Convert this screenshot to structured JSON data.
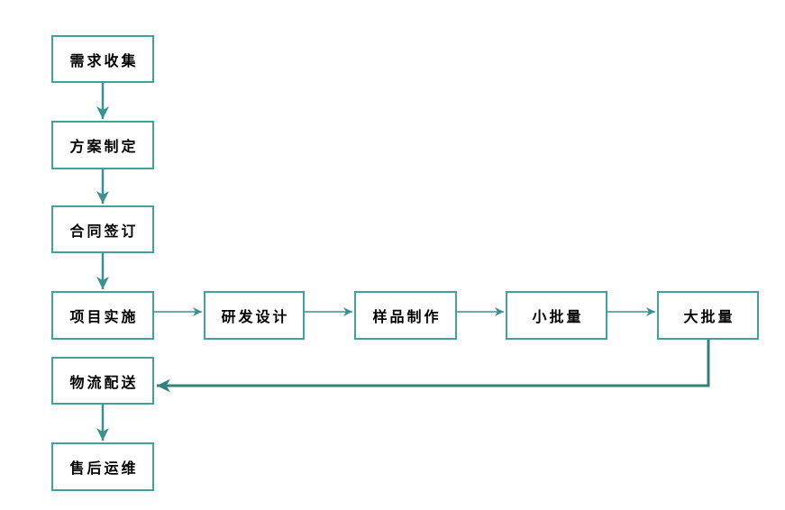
{
  "diagram": {
    "type": "flowchart",
    "nodes": [
      {
        "id": "requirements-collection",
        "label": "需求收集"
      },
      {
        "id": "plan-formulation",
        "label": "方案制定"
      },
      {
        "id": "contract-signing",
        "label": "合同签订"
      },
      {
        "id": "project-implementation",
        "label": "项目实施"
      },
      {
        "id": "rd-design",
        "label": "研发设计"
      },
      {
        "id": "sample-production",
        "label": "样品制作"
      },
      {
        "id": "small-batch",
        "label": "小批量"
      },
      {
        "id": "large-batch",
        "label": "大批量"
      },
      {
        "id": "logistics-delivery",
        "label": "物流配送"
      },
      {
        "id": "after-sales-maintenance",
        "label": "售后运维"
      }
    ],
    "edges": [
      {
        "from": "需求收集",
        "to": "方案制定"
      },
      {
        "from": "方案制定",
        "to": "合同签订"
      },
      {
        "from": "合同签订",
        "to": "项目实施"
      },
      {
        "from": "项目实施",
        "to": "研发设计"
      },
      {
        "from": "研发设计",
        "to": "样品制作"
      },
      {
        "from": "样品制作",
        "to": "小批量"
      },
      {
        "from": "小批量",
        "to": "大批量"
      },
      {
        "from": "大批量",
        "to": "物流配送"
      },
      {
        "from": "物流配送",
        "to": "售后运维"
      }
    ],
    "colors": {
      "box_border": "#43A0A0",
      "box_fill": "#FFFFFF",
      "arrow": "#3D9090",
      "arrow_thick": "#357F7F",
      "text": "#000000",
      "page_bg": "#FFFFFF"
    }
  }
}
